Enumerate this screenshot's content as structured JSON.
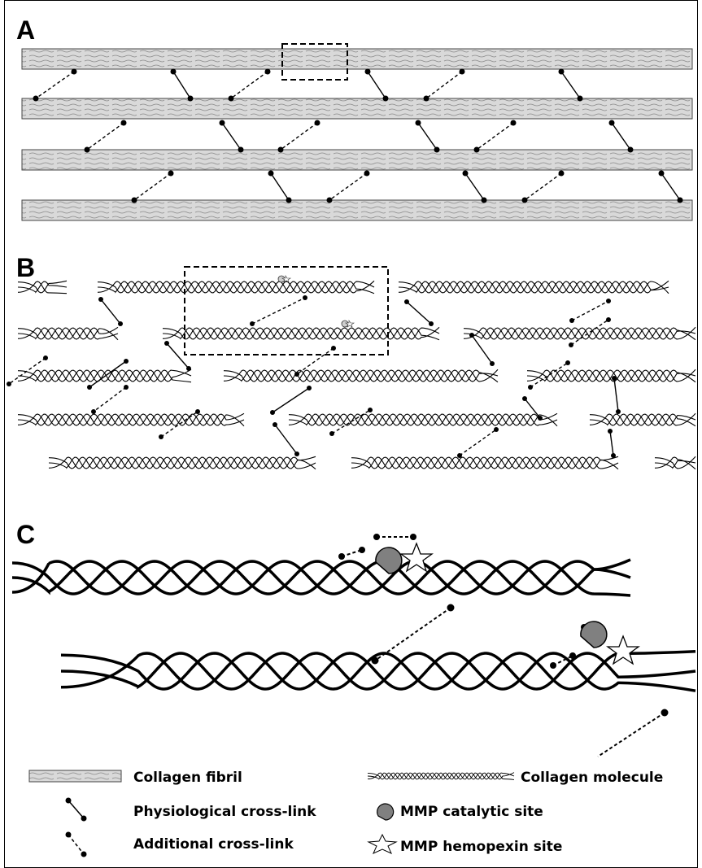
{
  "panels": {
    "a": "A",
    "b": "B",
    "c": "C"
  },
  "legend": {
    "fibril": "Collagen fibril",
    "molecule": "Collagen molecule",
    "physiological": "Physiological cross-link",
    "catalytic": "MMP catalytic site",
    "additional": "Additional cross-link",
    "hemopexin": "MMP hemopexin site"
  },
  "colors": {
    "fibril_fill": "#d9d9d9",
    "mmp_catalytic": "#808080",
    "line": "#000000"
  }
}
